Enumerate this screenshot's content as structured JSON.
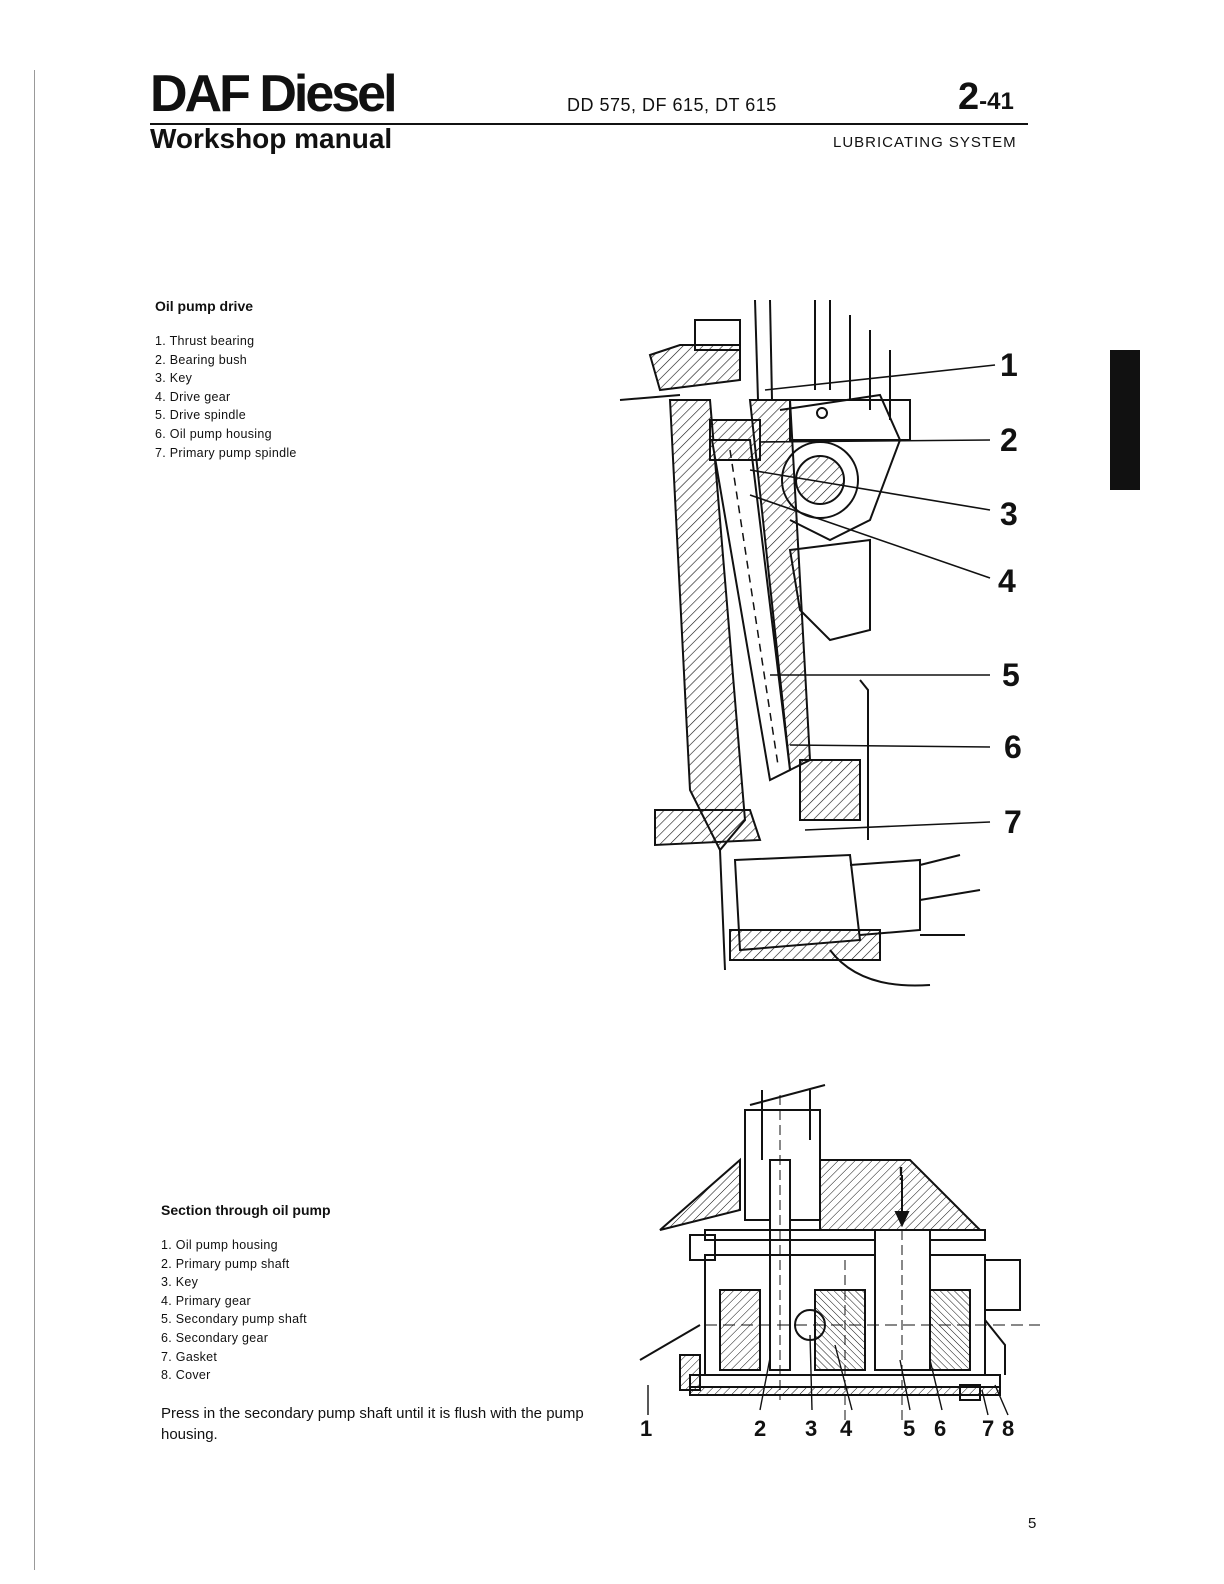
{
  "header": {
    "brand": "DAF Diesel",
    "subtitle": "Workshop manual",
    "models": "DD 575, DF 615, DT 615",
    "page_code_main": "2",
    "page_code_sub": "-41",
    "section": "LUBRICATING SYSTEM"
  },
  "figure1": {
    "heading": "Oil pump drive",
    "items": [
      "1. Thrust bearing",
      "2. Bearing bush",
      "3. Key",
      "4. Drive gear",
      "5. Drive spindle",
      "6. Oil pump housing",
      "7. Primary pump spindle"
    ],
    "callouts": [
      "1",
      "2",
      "3",
      "4",
      "5",
      "6",
      "7"
    ]
  },
  "figure2": {
    "heading": "Section through oil pump",
    "items": [
      "1. Oil pump housing",
      "2. Primary pump shaft",
      "3. Key",
      "4. Primary gear",
      "5. Secondary pump shaft",
      "6. Secondary gear",
      "7. Gasket",
      "8. Cover"
    ],
    "note": "Press in the secondary pump shaft until it is flush with the pump housing.",
    "callouts": [
      "1",
      "2",
      "3",
      "4",
      "5",
      "6",
      "7",
      "8"
    ],
    "arrow_mark": "!"
  },
  "footer": {
    "page_number": "5"
  }
}
